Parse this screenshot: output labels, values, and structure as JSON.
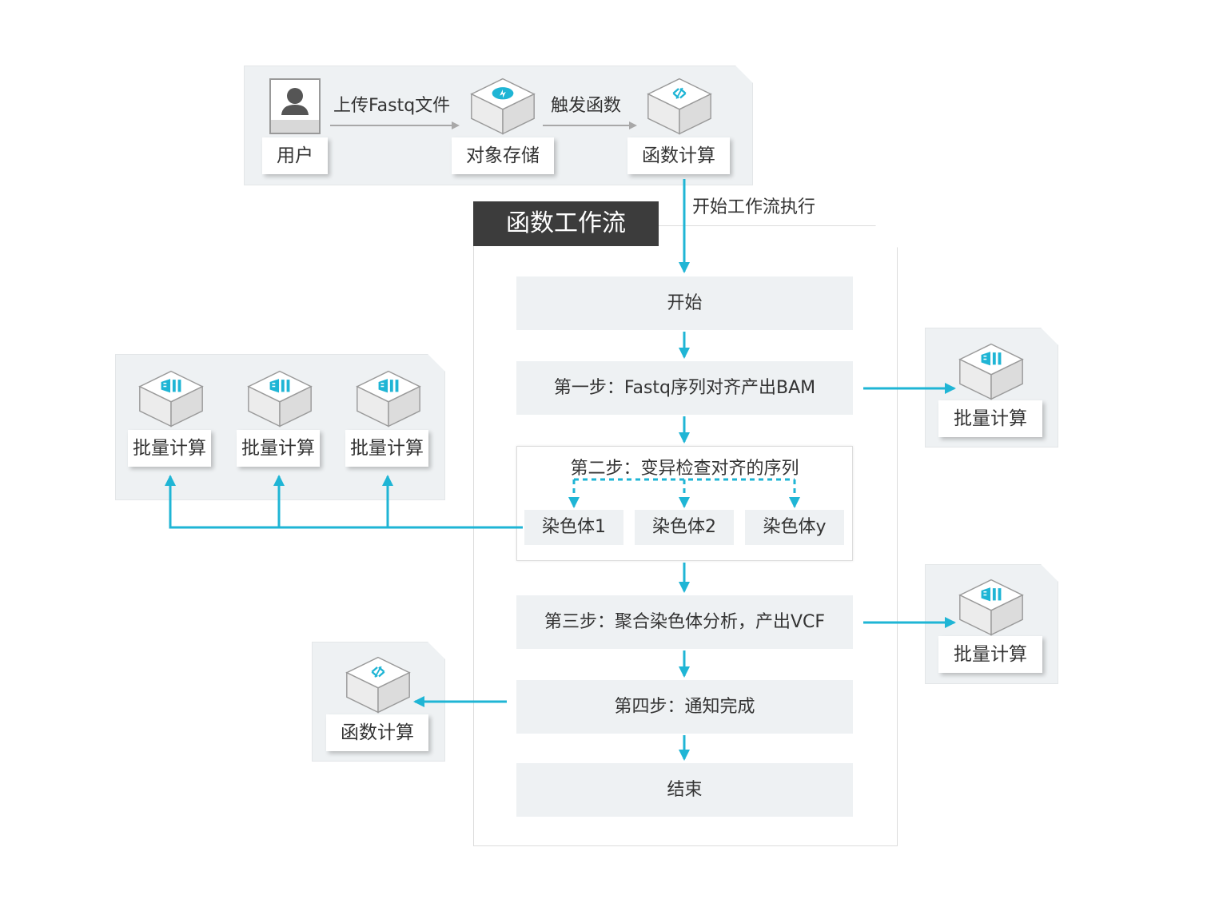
{
  "colors": {
    "accent": "#1fb5d5",
    "panel": "#eef1f3",
    "title_bg": "#3c3c3c"
  },
  "top": {
    "user": {
      "label": "用户",
      "icon": "user-icon"
    },
    "arrow1": "上传Fastq文件",
    "storage": {
      "label": "对象存储",
      "icon": "object-storage-icon"
    },
    "arrow2": "触发函数",
    "function": {
      "label": "函数计算",
      "icon": "function-compute-icon"
    }
  },
  "start_workflow_label": "开始工作流执行",
  "workflow": {
    "title": "函数工作流",
    "steps": {
      "start": "开始",
      "step1": "第一步：Fastq序列对齐产出BAM",
      "step2": "第二步：变异检查对齐的序列",
      "step3": "第三步：聚合染色体分析，产出VCF",
      "step4": "第四步：通知完成",
      "end": "结束"
    },
    "chromosomes": [
      "染色体1",
      "染色体2",
      "染色体y"
    ]
  },
  "batch_group": {
    "items": [
      "批量计算",
      "批量计算",
      "批量计算"
    ],
    "icon": "batch-compute-icon"
  },
  "batch_step1": {
    "label": "批量计算",
    "icon": "batch-compute-icon"
  },
  "batch_step3": {
    "label": "批量计算",
    "icon": "batch-compute-icon"
  },
  "notify_function": {
    "label": "函数计算",
    "icon": "function-compute-icon"
  }
}
